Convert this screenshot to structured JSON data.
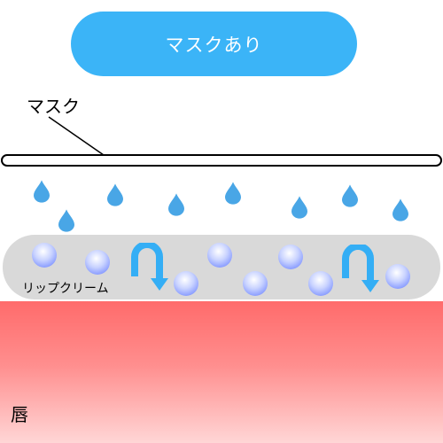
{
  "header": {
    "title": "マスクあり"
  },
  "labels": {
    "mask": "マスク",
    "lip_cream": "リップクリーム",
    "lips": "唇"
  },
  "colors": {
    "title_pill": "#3bb4f7",
    "water_drop": "#49a6e6",
    "cream_layer": "#d9d9d9",
    "moisture_arrow": "#34aef5",
    "lips_top": "#ff6b6b",
    "lips_bottom": "#ffd6d6"
  },
  "icons": {
    "drop": "water-drop-icon",
    "bubble": "moisture-bubble-icon",
    "arrow": "u-turn-arrow-icon"
  }
}
